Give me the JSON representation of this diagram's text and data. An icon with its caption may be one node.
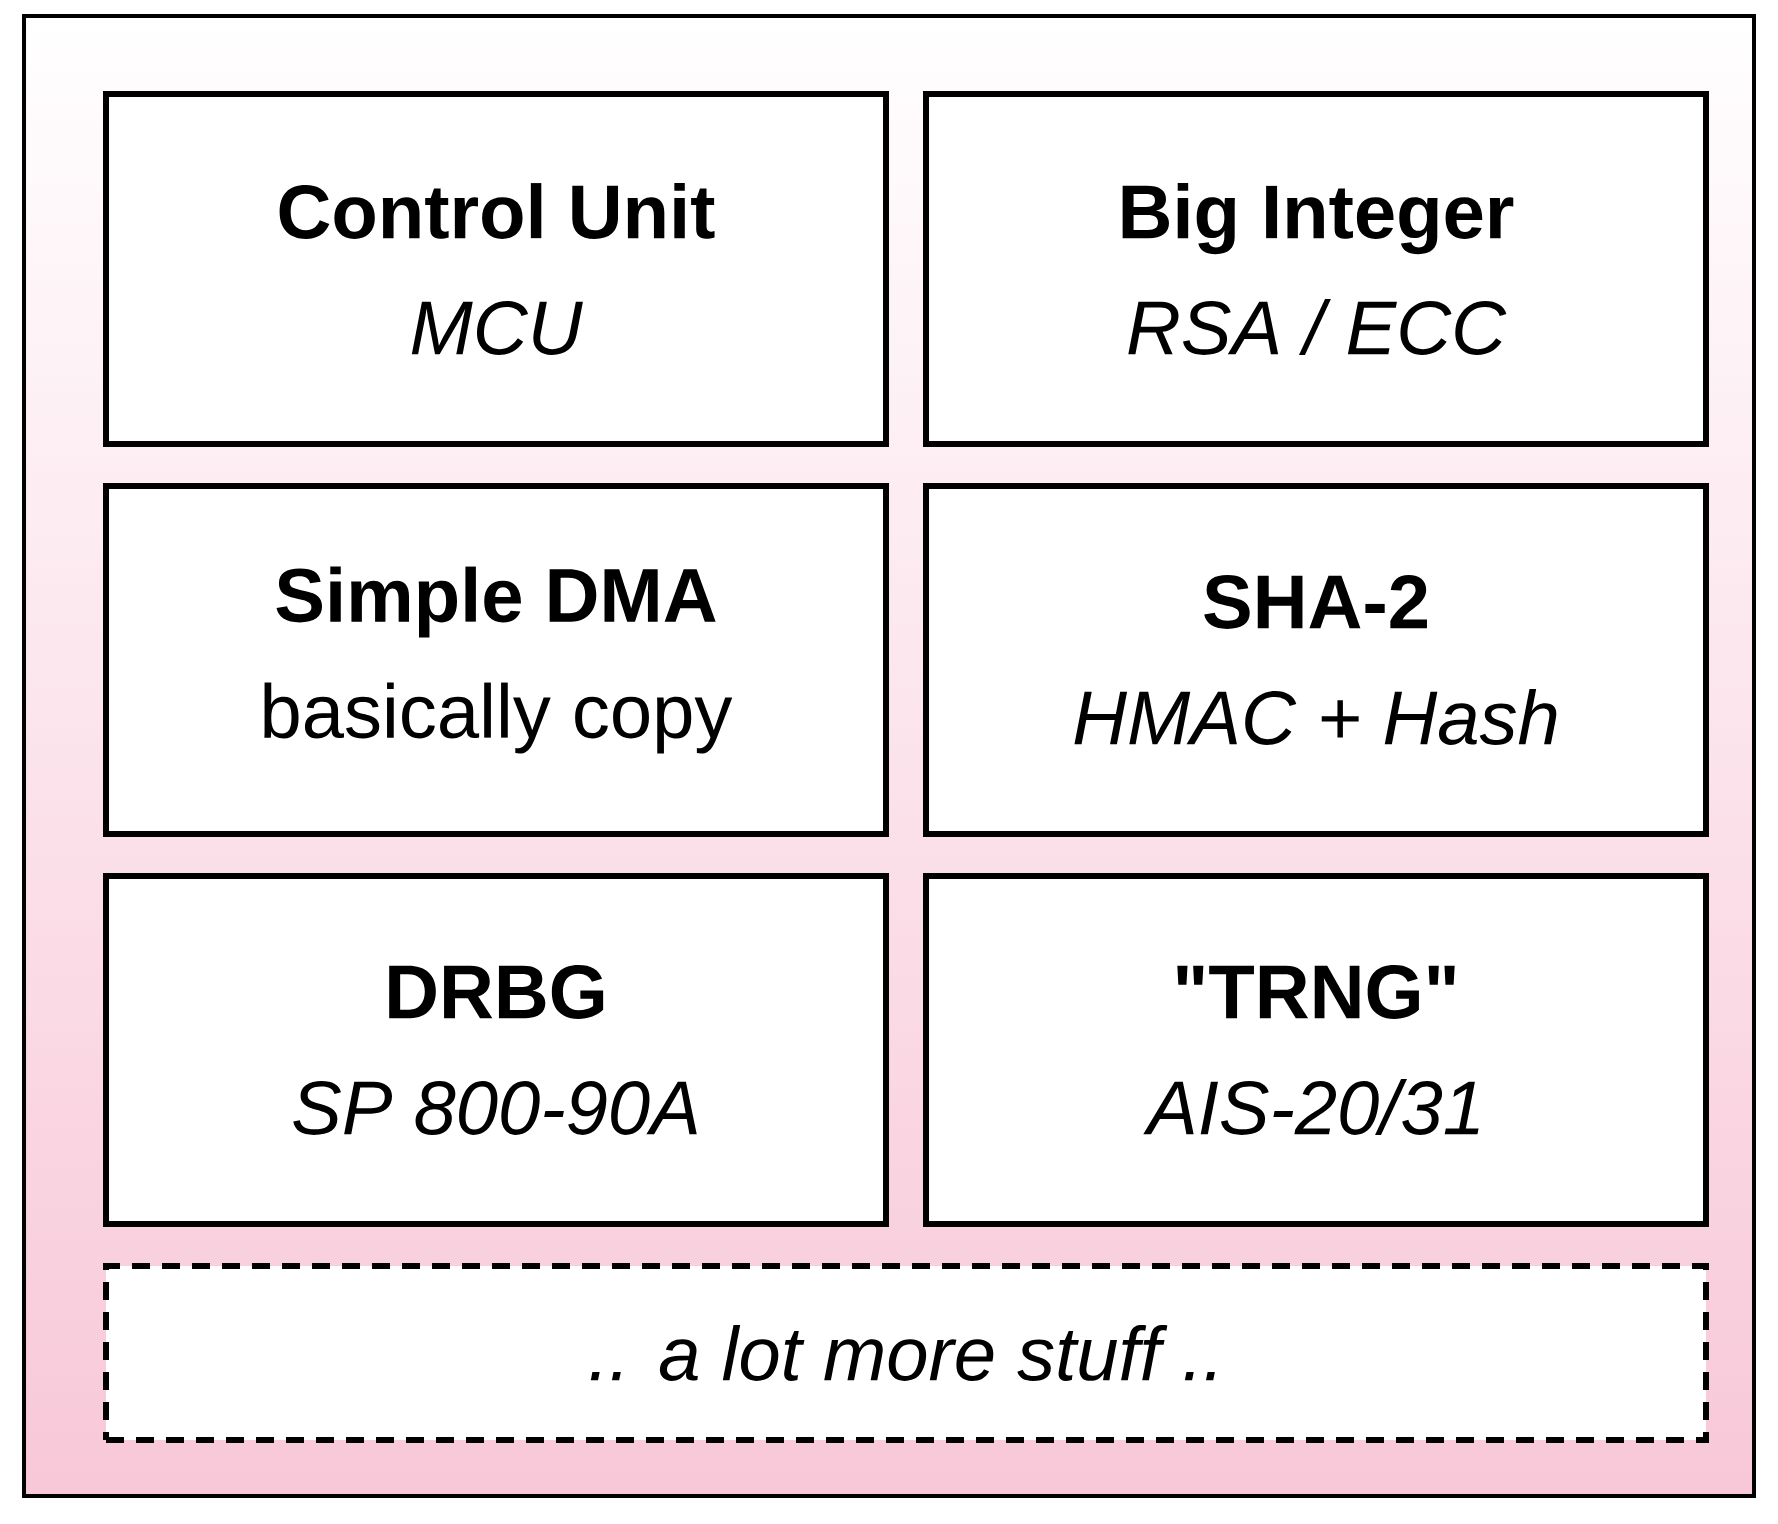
{
  "diagram": {
    "nodes": [
      {
        "text": [],
        "shape": "box"
      },
      {
        "text": [
          "Control Unit",
          "MCU"
        ],
        "in": 0
      },
      {
        "text": [
          "Big Integer",
          "RSA / ECC"
        ],
        "in": 0
      },
      {
        "text": [
          "Simple DMA",
          "basically copy"
        ],
        "in": 0
      },
      {
        "text": [
          "SHA-2",
          "HMAC + Hash"
        ],
        "in": 0
      },
      {
        "text": [
          "DRBG",
          "SP 800-90A"
        ],
        "in": 0
      },
      {
        "text": [
          "\"TRNG\"",
          "AIS-20/31"
        ],
        "in": 0
      },
      {
        "text": [
          ".. a lot more stuff .."
        ],
        "in": 0
      }
    ]
  }
}
